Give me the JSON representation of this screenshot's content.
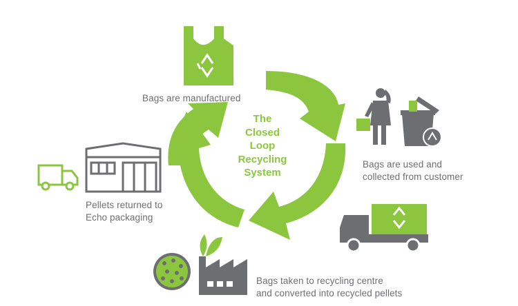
{
  "center_title_lines": [
    "The",
    "Closed",
    "Loop",
    "Recycling",
    "System"
  ],
  "steps": {
    "manufactured": "Bags are manufactured",
    "used_line1": "Bags are used and",
    "used_line2": "collected from customer",
    "recycling_line1": "Bags taken to recycling centre",
    "recycling_line2": "and converted into recycled pellets",
    "returned_line1": "Pellets returned to",
    "returned_line2": "Echo packaging"
  },
  "icons": [
    "shopping-bag-recycle-icon",
    "shopper-icon",
    "recycling-bin-icon",
    "recycling-truck-icon",
    "factory-icon",
    "pellets-icon",
    "warehouse-icon",
    "delivery-van-icon"
  ],
  "colors": {
    "green": "#8cc63f",
    "gray": "#6d6e71",
    "background": "#ffffff"
  }
}
